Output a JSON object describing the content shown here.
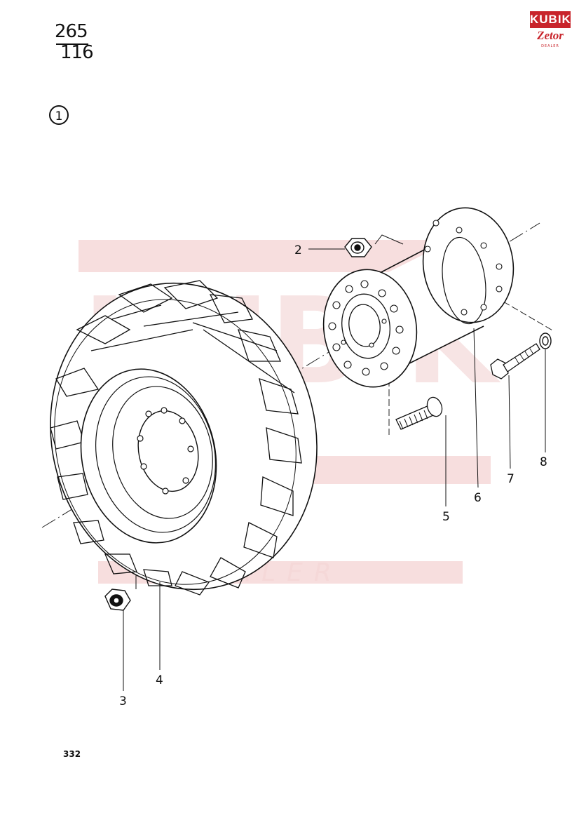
{
  "header": {
    "fraction_top": "265",
    "fraction_bottom": "116",
    "group_number": "1"
  },
  "logo": {
    "brand_top": "KUBIK",
    "brand_bottom": "Zetor",
    "sub_text": "DEALER"
  },
  "watermark": {
    "text": "KUBIK",
    "sub_text": "DEALER"
  },
  "callouts": [
    "2",
    "3",
    "4",
    "5",
    "6",
    "7",
    "8"
  ],
  "footer": {
    "page_number": "332"
  },
  "colors": {
    "ink": "#111111",
    "brand_red": "#c8242b",
    "watermark_red": "#f6dcdc"
  }
}
